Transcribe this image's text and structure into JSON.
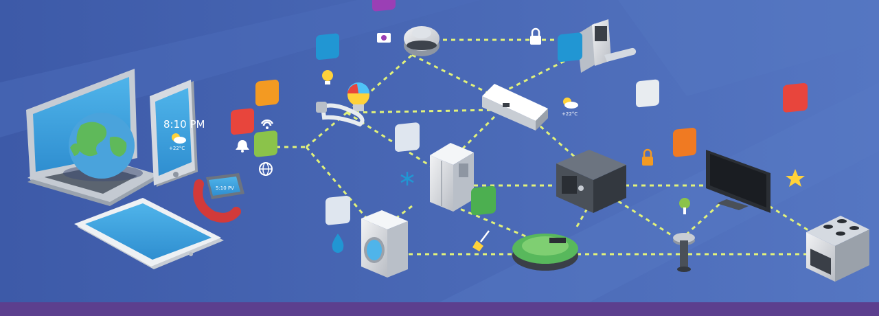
{
  "colors": {
    "background": "#4766b4",
    "background_stripe": "#5675c0",
    "bottom_band": "#5c3f8e",
    "connection_line": "#e2f27a"
  },
  "phone": {
    "time": "8:10 PM",
    "temperature": "+22°C"
  },
  "smartwatch": {
    "time": "5:10 PV"
  },
  "air_conditioner_icon": {
    "temperature": "+22°C"
  },
  "icons": [
    "laptop-icon",
    "globe-icon",
    "smartphone-icon",
    "tablet-icon",
    "smartwatch-icon",
    "bell-icon",
    "wifi-icon",
    "globe-web-icon",
    "camera-icon",
    "security-camera-icon",
    "padlock-icon",
    "smart-lock-icon",
    "lightbulb-icon",
    "rgb-bulb-icon",
    "cfl-bulb-icon",
    "air-conditioner-icon",
    "weather-icon",
    "snowflake-icon",
    "refrigerator-icon",
    "safe-icon",
    "television-icon",
    "star-icon",
    "water-drop-icon",
    "washing-machine-icon",
    "broom-icon",
    "robot-vacuum-icon",
    "tree-icon",
    "garden-light-icon",
    "stove-oven-icon"
  ]
}
